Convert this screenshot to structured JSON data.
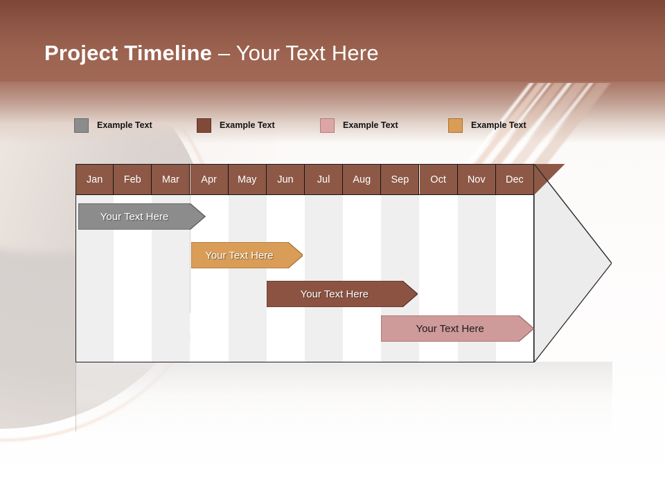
{
  "slide": {
    "title_strong": "Project Timeline",
    "title_light": " – Your Text Here",
    "theme": {
      "header_top": "#7e4636",
      "header_bottom": "#a06a56",
      "month_header_bg": "#8d5846",
      "grid_line": "#141414",
      "col_shade": "#efefef",
      "col_plain": "#ffffff",
      "point_fill": "#ececec"
    }
  },
  "legend": {
    "items": [
      {
        "label": "Example Text",
        "color": "#8c8c8c",
        "border": "#6a6a6a",
        "x": 0
      },
      {
        "label": "Example Text",
        "color": "#814a38",
        "border": "#5c3326",
        "x": 177
      },
      {
        "label": "Example Text",
        "color": "#dda6a6",
        "border": "#b07c7c",
        "x": 355
      },
      {
        "label": "Example Text",
        "color": "#d99d57",
        "border": "#a9702f",
        "x": 540
      }
    ]
  },
  "chart_data": {
    "type": "bar",
    "title": "Project Timeline – Your Text Here",
    "xlabel": "",
    "ylabel": "",
    "orientation": "horizontal",
    "grid": true,
    "legend_position": "top",
    "categories": [
      "Jan",
      "Feb",
      "Mar",
      "Apr",
      "May",
      "Jun",
      "Jul",
      "Aug",
      "Sep",
      "Oct",
      "Nov",
      "Dec"
    ],
    "series": [
      {
        "name": "Your  Text Here",
        "label": "Your  Text Here",
        "color": "#8c8c8c",
        "border": "#595959",
        "text_color": "light",
        "start_month": "Jan",
        "end_month": "Apr",
        "start": 0.08,
        "end": 3.4,
        "row": 0
      },
      {
        "name": "Your  Text Here",
        "label": "Your  Text Here",
        "color": "#d99d57",
        "border": "#a9702f",
        "text_color": "light",
        "start_month": "Apr",
        "end_month": "Jun",
        "start": 3.02,
        "end": 5.95,
        "row": 1
      },
      {
        "name": "Your  Text Here",
        "label": "Your  Text Here",
        "color": "#8c5343",
        "border": "#5c3326",
        "text_color": "light",
        "start_month": "Jun",
        "end_month": "Sep",
        "start": 5.0,
        "end": 8.95,
        "row": 2
      },
      {
        "name": "Your  Text Here",
        "label": "Your  Text Here",
        "color": "#cf9a9a",
        "border": "#9c6a6a",
        "text_color": "dark",
        "start_month": "Sep",
        "end_month": "Dec",
        "start": 8.0,
        "end": 12.0,
        "row": 3
      }
    ]
  }
}
